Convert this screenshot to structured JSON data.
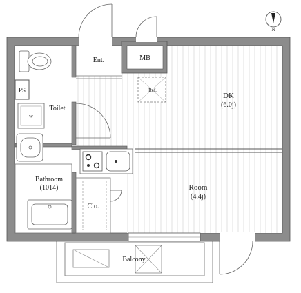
{
  "rooms": {
    "ent": "Ent.",
    "mb": "MB",
    "ps": "PS",
    "toilet": "Toilet",
    "w": "W",
    "ref": "Ref.",
    "dk_name": "DK",
    "dk_size": "(6.0j)",
    "bathroom_name": "Bathroom",
    "bathroom_size": "(1014)",
    "clo": "Clo.",
    "room_name": "Room",
    "room_size": "(4.4j)",
    "balcony": "Balcony"
  },
  "compass": {
    "label": "N"
  },
  "colors": {
    "wall": "#8c8c8c",
    "line": "#555555",
    "floor_stripe": "#dcdcdc"
  }
}
